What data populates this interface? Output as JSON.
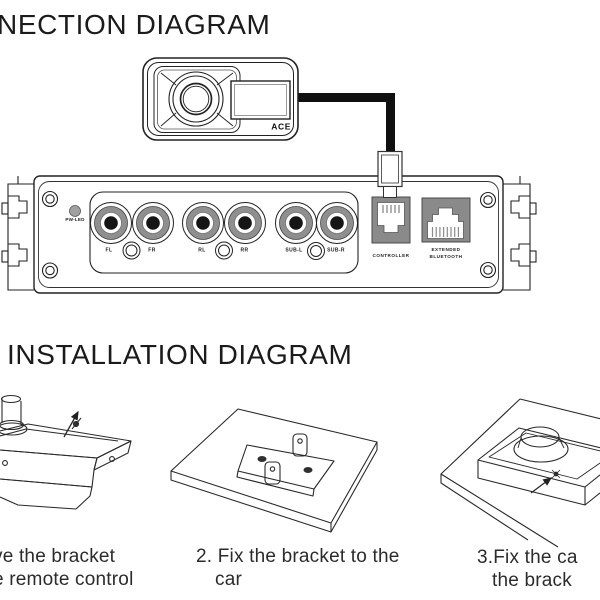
{
  "titles": {
    "connection": "NECTION DIAGRAM",
    "installation": "INSTALLATION DIAGRAM"
  },
  "remote": {
    "logo": "ACE"
  },
  "amplifier": {
    "led": "PW-LED",
    "jacks": [
      "FL",
      "FR",
      "RL",
      "RR",
      "SUB-L",
      "SUB-R"
    ],
    "controller": "CONTROLLER",
    "bluetooth_line1": "EXTENDED",
    "bluetooth_line2": "BLUETOOTH"
  },
  "steps": [
    {
      "line1": "ve the bracket",
      "line2": "e remote control"
    },
    {
      "line1": "2. Fix the bracket to the",
      "line2": "car"
    },
    {
      "line1": "3.Fix the ca",
      "line2": "the brack"
    }
  ],
  "colors": {
    "line": "#222222",
    "port_gray": "#8a8a8a",
    "jack_ring": "#8f8f8f",
    "cable": "#101010",
    "led": "#a0a0a0"
  }
}
